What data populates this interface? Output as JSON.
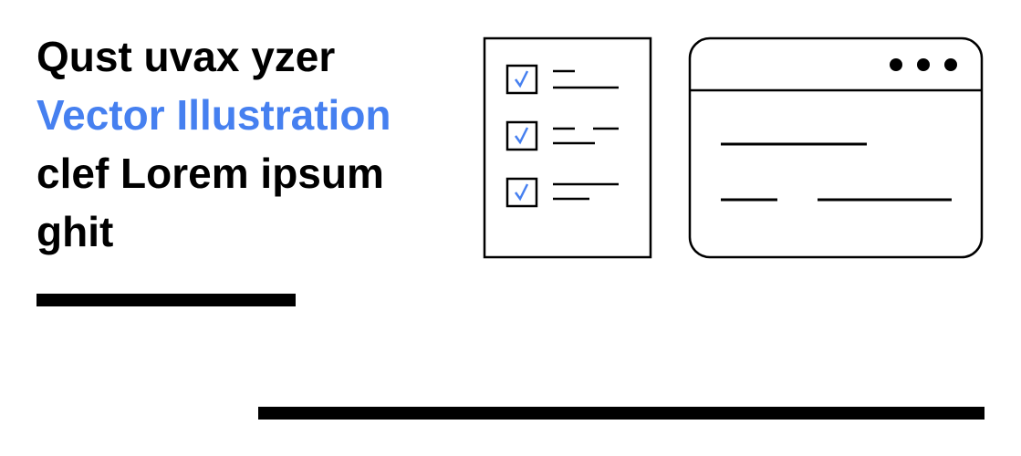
{
  "headline": {
    "line1": "Qust uvax yzer",
    "line2": "Vector Illustration",
    "line3": "clef Lorem ipsum",
    "line4": "ghit"
  },
  "colors": {
    "accent": "#4680f0",
    "ink": "#000000",
    "background": "#ffffff"
  },
  "checklist": {
    "items": [
      {
        "checked": true
      },
      {
        "checked": true
      },
      {
        "checked": true
      }
    ]
  },
  "icons": [
    "checklist-document-icon",
    "browser-window-icon",
    "checkmark-icon"
  ]
}
